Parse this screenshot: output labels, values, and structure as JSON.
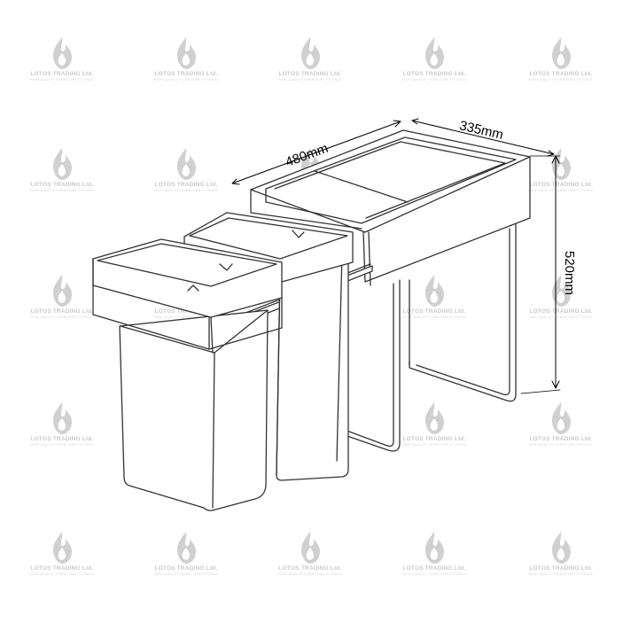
{
  "watermark": {
    "name": "LOTOS TRADING Ltd.",
    "tagline": "high quality furniture fittings",
    "icon": "flame-logo-icon",
    "color": "#c9c9c9"
  },
  "dimensions": {
    "width": "480mm",
    "depth": "335mm",
    "height": "520mm"
  },
  "colors": {
    "line": "#333333",
    "background": "#ffffff"
  }
}
